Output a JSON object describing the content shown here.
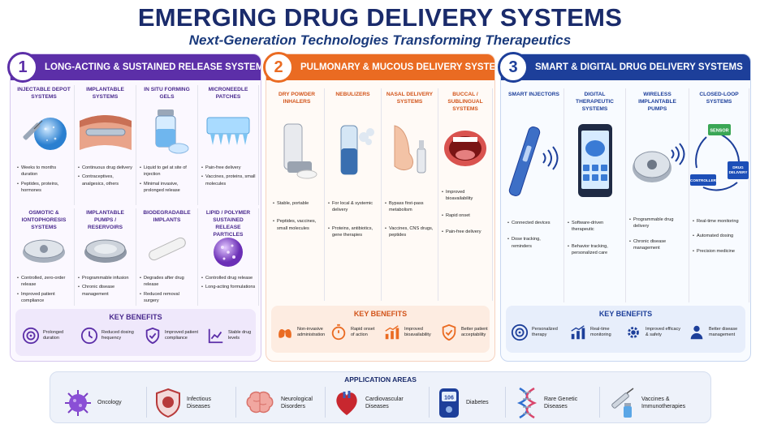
{
  "title": "EMERGING DRUG DELIVERY SYSTEMS",
  "subtitle": "Next-Generation Technologies Transforming Therapeutics",
  "panels": [
    {
      "number": "1",
      "title": "LONG-ACTING & SUSTAINED RELEASE SYSTEMS",
      "accent": "#5c2fa8",
      "systems": [
        {
          "name": "INJECTABLE DEPOT SYSTEMS",
          "icon": "syringe-depot-icon",
          "points": [
            "Weeks to months duration",
            "Peptides, proteins, hormones"
          ]
        },
        {
          "name": "IMPLANTABLE SYSTEMS",
          "icon": "implant-rod-icon",
          "points": [
            "Continuous drug delivery",
            "Contraceptives, analgesics, others"
          ]
        },
        {
          "name": "IN SITU FORMING GELS",
          "icon": "gel-vial-icon",
          "points": [
            "Liquid to gel at site of injection",
            "Minimal invasive, prolonged release"
          ]
        },
        {
          "name": "MICRONEEDLE PATCHES",
          "icon": "microneedle-patch-icon",
          "points": [
            "Pain-free delivery",
            "Vaccines, proteins, small molecules"
          ]
        },
        {
          "name": "OSMOTIC & IONTOPHORESIS SYSTEMS",
          "icon": "osmotic-device-icon",
          "points": [
            "Controlled, zero-order release",
            "Improved patient compliance"
          ]
        },
        {
          "name": "IMPLANTABLE PUMPS / RESERVOIRS",
          "icon": "pump-reservoir-icon",
          "points": [
            "Programmable infusion",
            "Chronic disease management"
          ]
        },
        {
          "name": "BIODEGRADABLE IMPLANTS",
          "icon": "biodegradable-implant-icon",
          "points": [
            "Degrades after drug release",
            "Reduced removal surgery"
          ]
        },
        {
          "name": "LIPID / POLYMER SUSTAINED RELEASE PARTICLES",
          "icon": "particle-icon",
          "points": [
            "Controlled drug release",
            "Long-acting formulations"
          ]
        }
      ],
      "benefits_title": "KEY BENEFITS",
      "benefits": [
        {
          "label": "Prolonged duration",
          "icon": "target-icon"
        },
        {
          "label": "Reduced dosing frequency",
          "icon": "clock-icon"
        },
        {
          "label": "Improved patient compliance",
          "icon": "shield-check-icon"
        },
        {
          "label": "Stable drug levels",
          "icon": "trend-chart-icon"
        }
      ]
    },
    {
      "number": "2",
      "title": "PULMONARY & MUCOUS DELIVERY SYSTEMS",
      "accent": "#ea6b22",
      "systems": [
        {
          "name": "DRY POWDER INHALERS",
          "icon": "inhaler-icon",
          "points": [
            "Stable, portable",
            "Peptides, vaccines, small molecules"
          ]
        },
        {
          "name": "NEBULIZERS",
          "icon": "nebulizer-icon",
          "points": [
            "For local & systemic delivery",
            "Proteins, antibiotics, gene therapies"
          ]
        },
        {
          "name": "NASAL DELIVERY SYSTEMS",
          "icon": "nose-spray-icon",
          "points": [
            "Bypass first-pass metabolism",
            "Vaccines, CNS drugs, peptides"
          ]
        },
        {
          "name": "BUCCAL / SUBLINGUAL SYSTEMS",
          "icon": "mouth-icon",
          "points": [
            "Improved bioavailability",
            "Rapid onset",
            "Pain-free delivery"
          ]
        }
      ],
      "benefits_title": "KEY BENEFITS",
      "benefits": [
        {
          "label": "Non-invasive administration",
          "icon": "lungs-icon"
        },
        {
          "label": "Rapid onset of action",
          "icon": "stopwatch-icon"
        },
        {
          "label": "Improved bioavailability",
          "icon": "bar-growth-icon"
        },
        {
          "label": "Better patient acceptability",
          "icon": "shield-check-icon"
        }
      ]
    },
    {
      "number": "3",
      "title": "SMART & DIGITAL DRUG DELIVERY SYSTEMS",
      "accent": "#1d3f9a",
      "systems": [
        {
          "name": "SMART INJECTORS",
          "icon": "smart-pen-icon",
          "points": [
            "Connected devices",
            "Dose tracking, reminders"
          ]
        },
        {
          "name": "DIGITAL THERAPEUTIC SYSTEMS",
          "icon": "smartphone-brain-icon",
          "points": [
            "Software-driven therapeutic",
            "Behavior tracking, personalized care"
          ]
        },
        {
          "name": "WIRELESS IMPLANTABLE PUMPS",
          "icon": "wireless-pump-icon",
          "points": [
            "Programmable drug delivery",
            "Chronic disease management"
          ]
        },
        {
          "name": "CLOSED-LOOP SYSTEMS",
          "icon": "closed-loop-icon",
          "points": [
            "Real-time monitoring",
            "Automated dosing",
            "Precision medicine"
          ],
          "loop": {
            "sensor": "SENSOR",
            "controller": "CONTROLLER",
            "drug": "DRUG DELIVERY"
          }
        }
      ],
      "benefits_title": "KEY BENEFITS",
      "benefits": [
        {
          "label": "Personalized therapy",
          "icon": "target-icon"
        },
        {
          "label": "Real-time monitoring",
          "icon": "bar-growth-icon"
        },
        {
          "label": "Improved efficacy & safety",
          "icon": "gear-icon"
        },
        {
          "label": "Better disease management",
          "icon": "person-icon"
        }
      ]
    }
  ],
  "applications": {
    "title": "APPLICATION AREAS",
    "items": [
      {
        "label": "Oncology",
        "icon": "virus-icon"
      },
      {
        "label": "Infectious Diseases",
        "icon": "virus-shield-icon"
      },
      {
        "label": "Neurological Disorders",
        "icon": "brain-icon"
      },
      {
        "label": "Cardiovascular Diseases",
        "icon": "heart-icon"
      },
      {
        "label": "Diabetes",
        "icon": "glucose-meter-icon",
        "reading": "106"
      },
      {
        "label": "Rare Genetic Diseases",
        "icon": "dna-icon"
      },
      {
        "label": "Vaccines & Immunotherapies",
        "icon": "vaccine-icon"
      }
    ]
  }
}
